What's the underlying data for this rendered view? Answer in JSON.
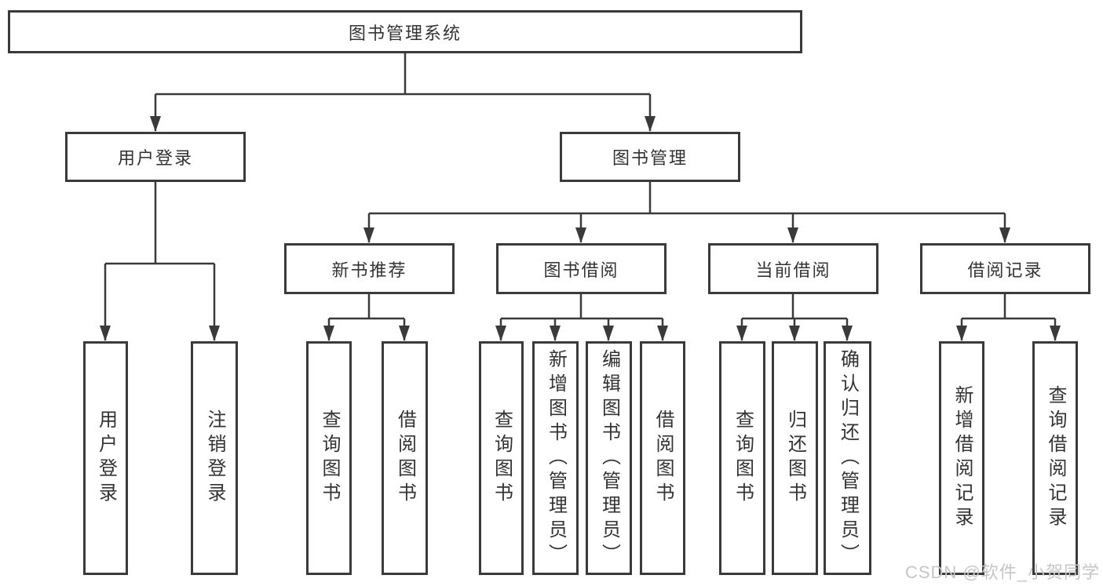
{
  "diagram": {
    "root": {
      "label": "图书管理系统"
    },
    "level2": [
      {
        "id": "user-login",
        "label": "用户登录"
      },
      {
        "id": "book-management",
        "label": "图书管理"
      }
    ],
    "level3": [
      {
        "id": "new-book-recommend",
        "label": "新书推荐"
      },
      {
        "id": "book-borrow",
        "label": "图书借阅"
      },
      {
        "id": "current-borrow",
        "label": "当前借阅"
      },
      {
        "id": "borrow-record",
        "label": "借阅记录"
      }
    ],
    "leaves": [
      {
        "parent": "用户登录",
        "label": "用户登录"
      },
      {
        "parent": "用户登录",
        "label": "注销登录"
      },
      {
        "parent": "新书推荐",
        "label": "查询图书"
      },
      {
        "parent": "新书推荐",
        "label": "借阅图书"
      },
      {
        "parent": "图书借阅",
        "label": "查询图书"
      },
      {
        "parent": "图书借阅",
        "label": "新增图书（管理员）"
      },
      {
        "parent": "图书借阅",
        "label": "编辑图书（管理员）"
      },
      {
        "parent": "图书借阅",
        "label": "借阅图书"
      },
      {
        "parent": "当前借阅",
        "label": "查询图书"
      },
      {
        "parent": "当前借阅",
        "label": "归还图书"
      },
      {
        "parent": "当前借阅",
        "label": "确认归还（管理员）"
      },
      {
        "parent": "借阅记录",
        "label": "新增借阅记录"
      },
      {
        "parent": "借阅记录",
        "label": "查询借阅记录"
      }
    ],
    "watermark": "CSDN @软件_小贺同学",
    "colors": {
      "line": "#3a3a3a",
      "text": "#333333",
      "watermark": "#c6c6c6",
      "background": "#ffffff"
    }
  }
}
